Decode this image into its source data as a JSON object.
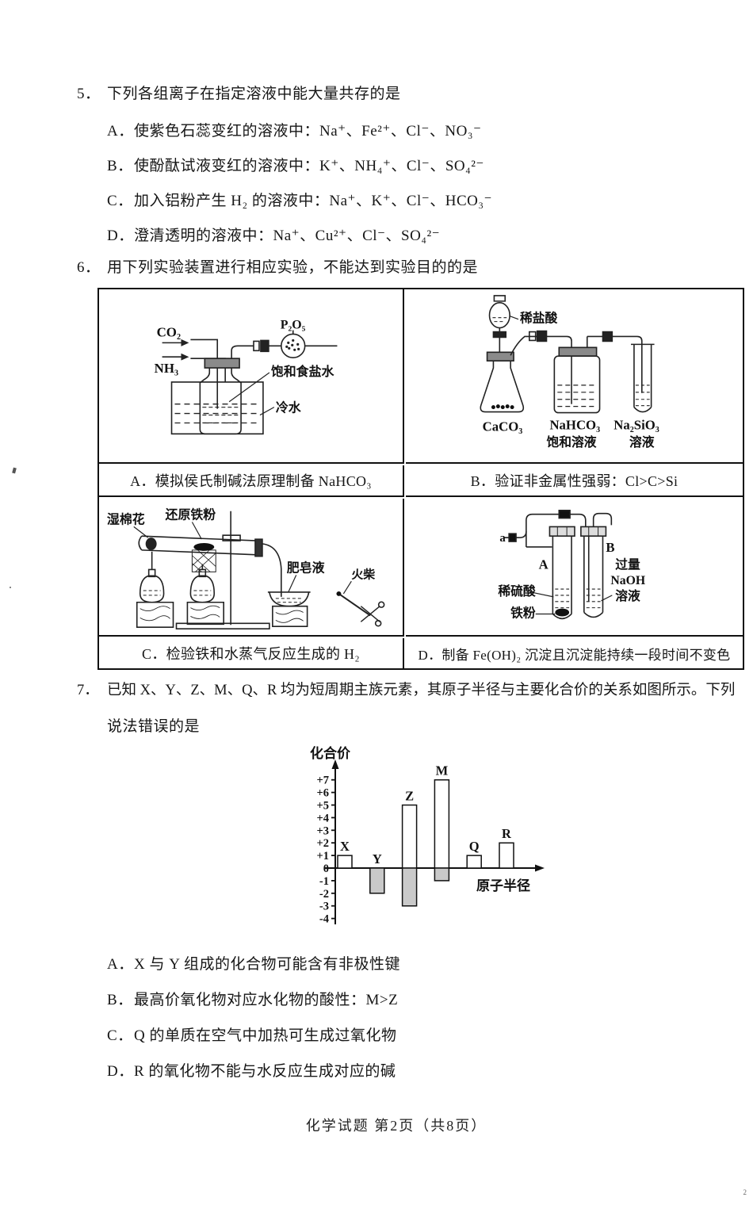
{
  "page": {
    "footer": "化学试题  第2页（共8页）",
    "corner_mark": "2"
  },
  "q5": {
    "number": "5．",
    "stem": "下列各组离子在指定溶液中能大量共存的是",
    "options": [
      {
        "label": "A．",
        "text": "使紫色石蕊变红的溶液中：Na⁺、Fe²⁺、Cl⁻、NO₃⁻"
      },
      {
        "label": "B．",
        "text": "使酚酞试液变红的溶液中：K⁺、NH₄⁺、Cl⁻、SO₄²⁻"
      },
      {
        "label": "C．",
        "text": "加入铝粉产生 H₂ 的溶液中：Na⁺、K⁺、Cl⁻、HCO₃⁻"
      },
      {
        "label": "D．",
        "text": "澄清透明的溶液中：Na⁺、Cu²⁺、Cl⁻、SO₄²⁻"
      }
    ]
  },
  "q6": {
    "number": "6．",
    "stem": "用下列实验装置进行相应实验，不能达到实验目的的是",
    "captions": {
      "a": "A．模拟侯氏制碱法原理制备 NaHCO₃",
      "b": "B．验证非金属性强弱：Cl>C>Si",
      "c": "C．检验铁和水蒸气反应生成的 H₂",
      "d": "D．制备 Fe(OH)₂ 沉淀且沉淀能持续一段时间不变色"
    },
    "apparatus_a": {
      "gas_top": "CO₂",
      "gas_bottom": "NH₃",
      "drying_agent": "P₂O₅",
      "bottle_label": "饱和食盐水",
      "bath_label": "冷水"
    },
    "apparatus_b": {
      "funnel_label": "稀盐酸",
      "flask_label": "CaCO₃",
      "bottle_label_1": "NaHCO₃",
      "bottle_label_2": "饱和溶液",
      "tube_label_1": "Na₂SiO₃",
      "tube_label_2": "溶液"
    },
    "apparatus_c": {
      "cotton_label": "湿棉花",
      "iron_label": "还原铁粉",
      "soap_label": "肥皂液",
      "match_label": "火柴"
    },
    "apparatus_d": {
      "valve_label": "a",
      "tube_a_label": "A",
      "tube_b_label": "B",
      "acid_label": "稀硫酸",
      "iron_label": "铁粉",
      "naoh_label_1": "过量",
      "naoh_label_2": "NaOH",
      "naoh_label_3": "溶液"
    }
  },
  "q7": {
    "number": "7．",
    "stem_line1": "已知 X、Y、Z、M、Q、R 均为短周期主族元素，其原子半径与主要化合价的关系如图所示。下列",
    "stem_line2": "说法错误的是",
    "options": [
      {
        "label": "A．",
        "text": "X 与 Y 组成的化合物可能含有非极性键"
      },
      {
        "label": "B．",
        "text": "最高价氧化物对应水化物的酸性：M>Z"
      },
      {
        "label": "C．",
        "text": "Q 的单质在空气中加热可生成过氧化物"
      },
      {
        "label": "D．",
        "text": "R 的氧化物不能与水反应生成对应的碱"
      }
    ]
  },
  "chart_data": {
    "type": "bar",
    "title": "",
    "ylabel": "化合价",
    "xlabel": "原子半径",
    "categories": [
      "X",
      "Y",
      "Z",
      "M",
      "Q",
      "R"
    ],
    "series": [
      {
        "name": "positive_valence",
        "values": [
          1,
          0,
          5,
          7,
          1,
          2
        ]
      },
      {
        "name": "negative_valence",
        "values": [
          0,
          -2,
          -3,
          -1,
          0,
          0
        ]
      }
    ],
    "yticks": [
      "+7",
      "+6",
      "+5",
      "+4",
      "+3",
      "+2",
      "+1",
      "0",
      "-1",
      "-2",
      "-3",
      "-4"
    ],
    "ylim": [
      -4,
      7
    ],
    "grid": false,
    "legend": "none",
    "bar_fill_above_axis": "#ffffff",
    "bar_fill_below_axis": "#c9c9c9"
  }
}
